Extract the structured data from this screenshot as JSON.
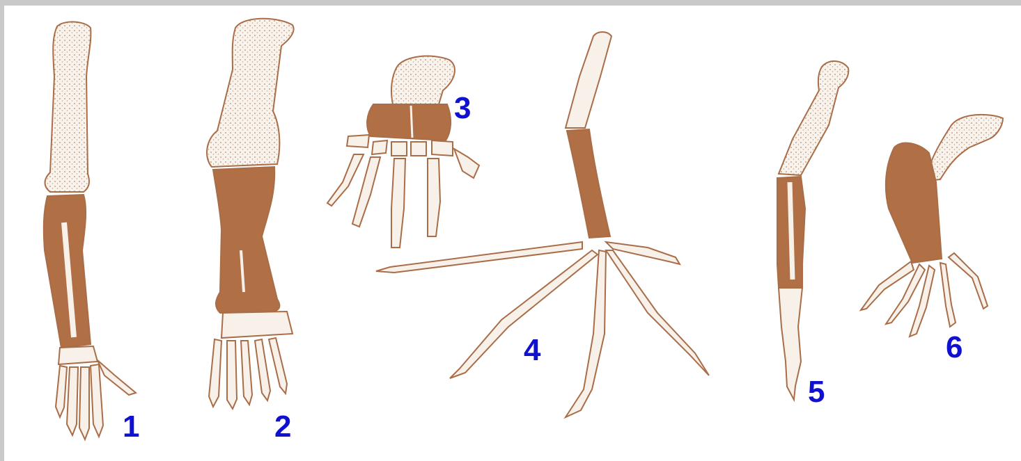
{
  "figure": {
    "labels": [
      "1",
      "2",
      "3",
      "4",
      "5",
      "6"
    ]
  },
  "colors": {
    "background": "#ffffff",
    "border": "#c9c9c9",
    "bone_outline": "#b0714a",
    "bone_fill_light": "#f7f1ea",
    "bone_fill_dark": "#b06f44",
    "label_color": "#1010d0"
  }
}
